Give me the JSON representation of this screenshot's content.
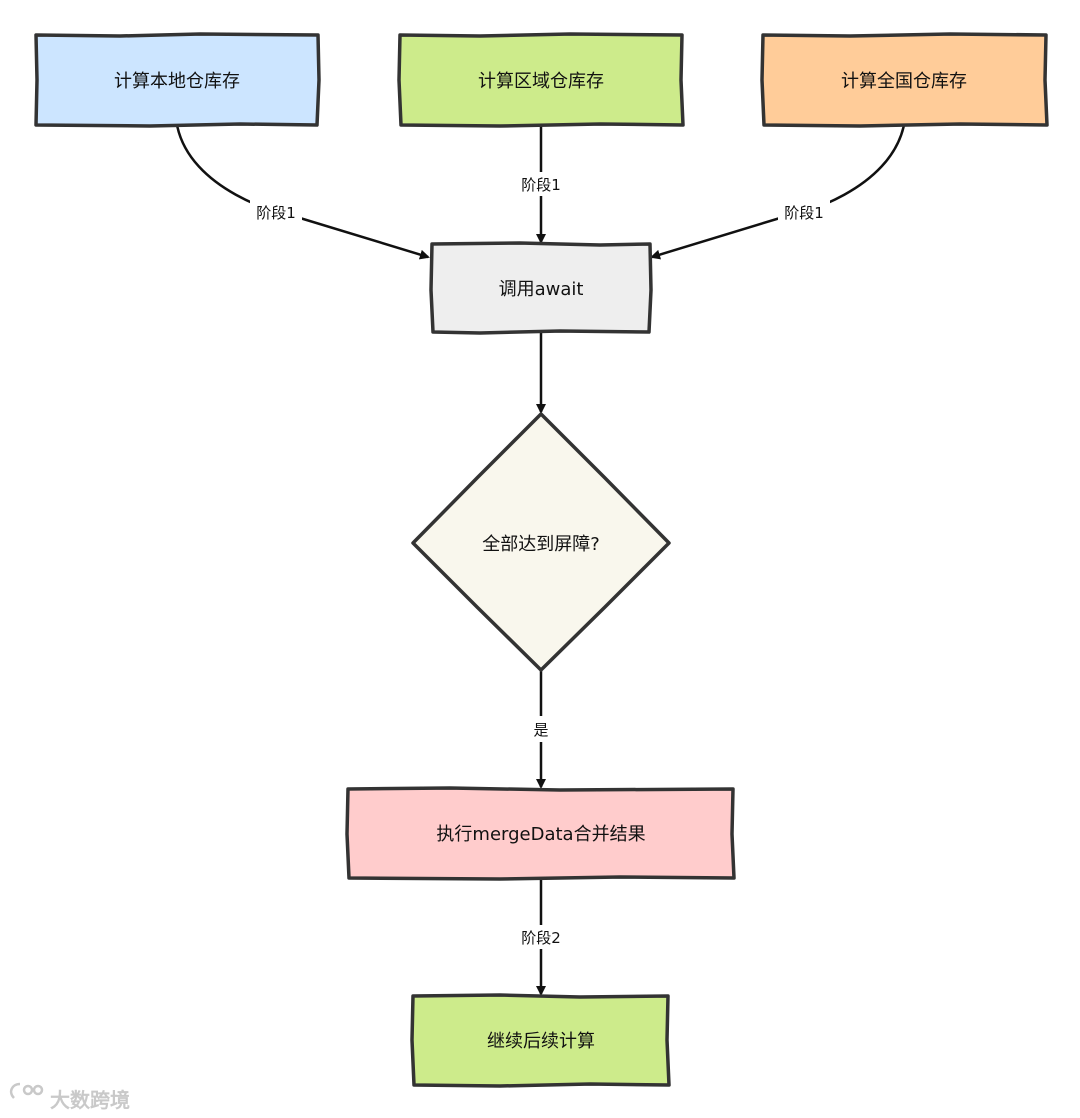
{
  "nodes": {
    "local_stock": {
      "label": "计算本地仓库存",
      "color": "#cce5ff"
    },
    "region_stock": {
      "label": "计算区域仓库存",
      "color": "#cdeb8b"
    },
    "national_stock": {
      "label": "计算全国仓库存",
      "color": "#ffcc99"
    },
    "await": {
      "label": "调用await",
      "color": "#eeeeee"
    },
    "barrier": {
      "label": "全部达到屏障?",
      "color": "#f9f7ed"
    },
    "merge": {
      "label": "执行mergeData合并结果",
      "color": "#ffcccc"
    },
    "continue": {
      "label": "继续后续计算",
      "color": "#cdeb8b"
    }
  },
  "edges": {
    "local_to_await": "阶段1",
    "region_to_await": "阶段1",
    "national_to_await": "阶段1",
    "barrier_to_merge": "是",
    "merge_to_continue": "阶段2"
  },
  "watermark": "大数跨境"
}
